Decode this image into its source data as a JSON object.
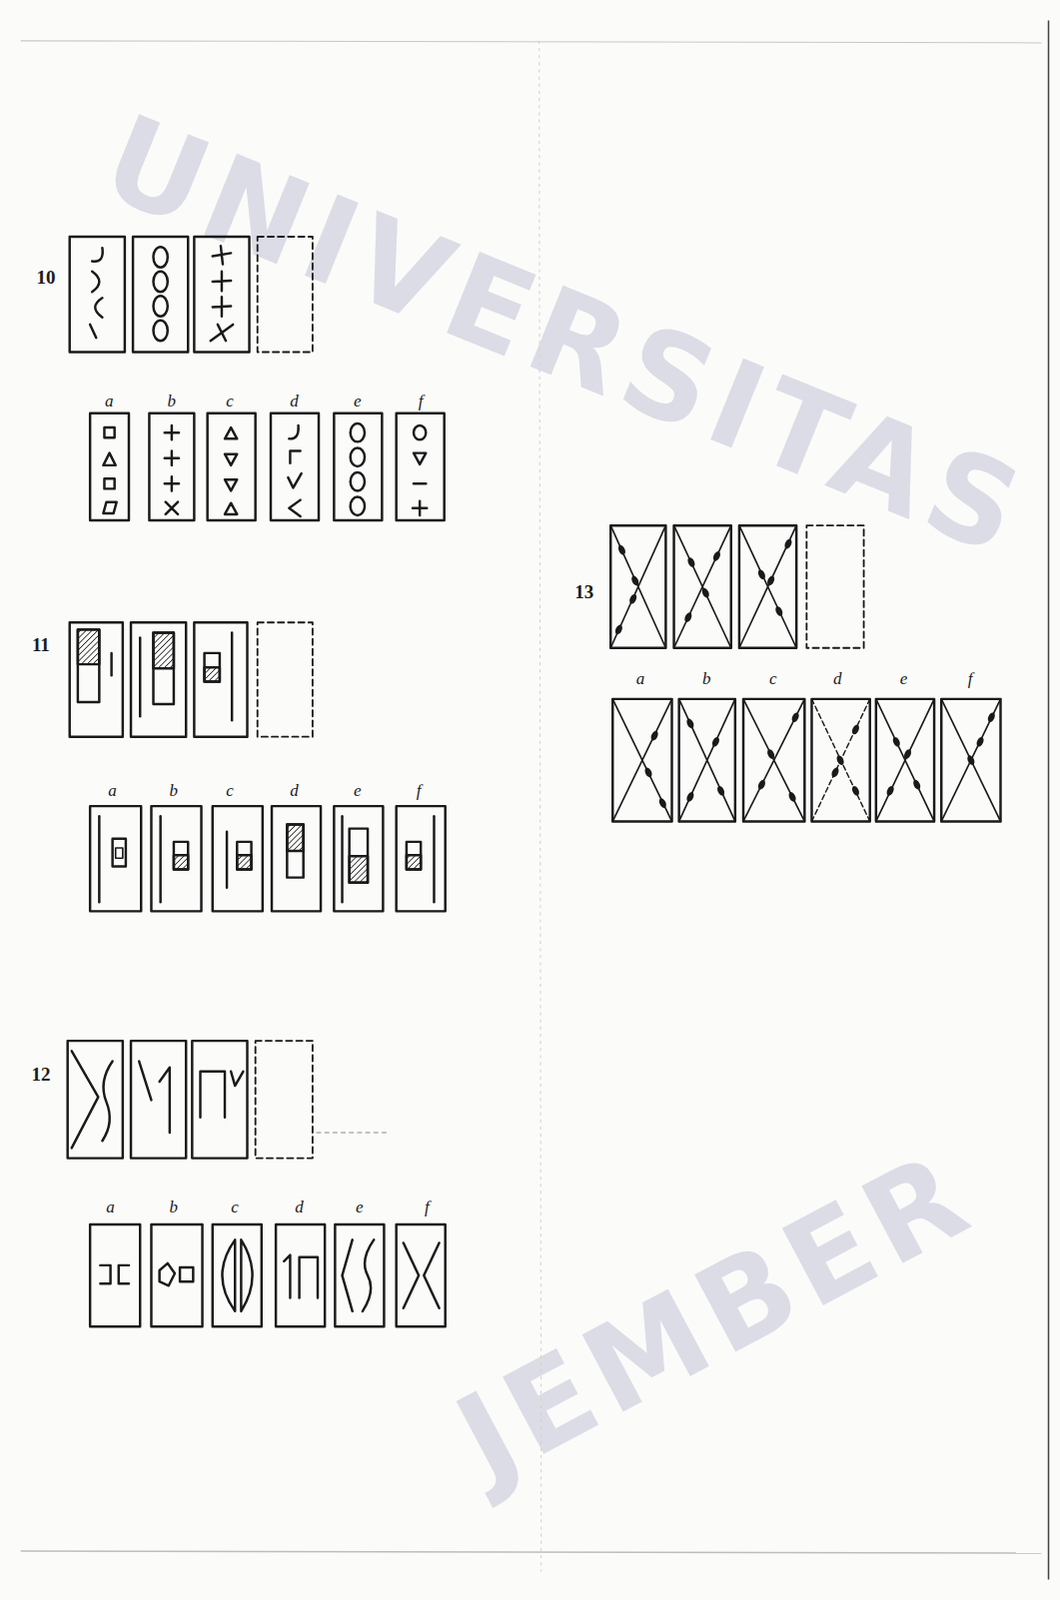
{
  "diagram": {
    "labels": [
      "10",
      "a",
      "b",
      "c",
      "d",
      "e",
      "f",
      "11",
      "a",
      "b",
      "c",
      "d",
      "e",
      "f",
      "12",
      "a",
      "b",
      "c",
      "d",
      "e",
      "f",
      "13",
      "a",
      "b",
      "c",
      "d",
      "e",
      "f",
      "UNIVERSITAS",
      "JEMBER"
    ]
  }
}
